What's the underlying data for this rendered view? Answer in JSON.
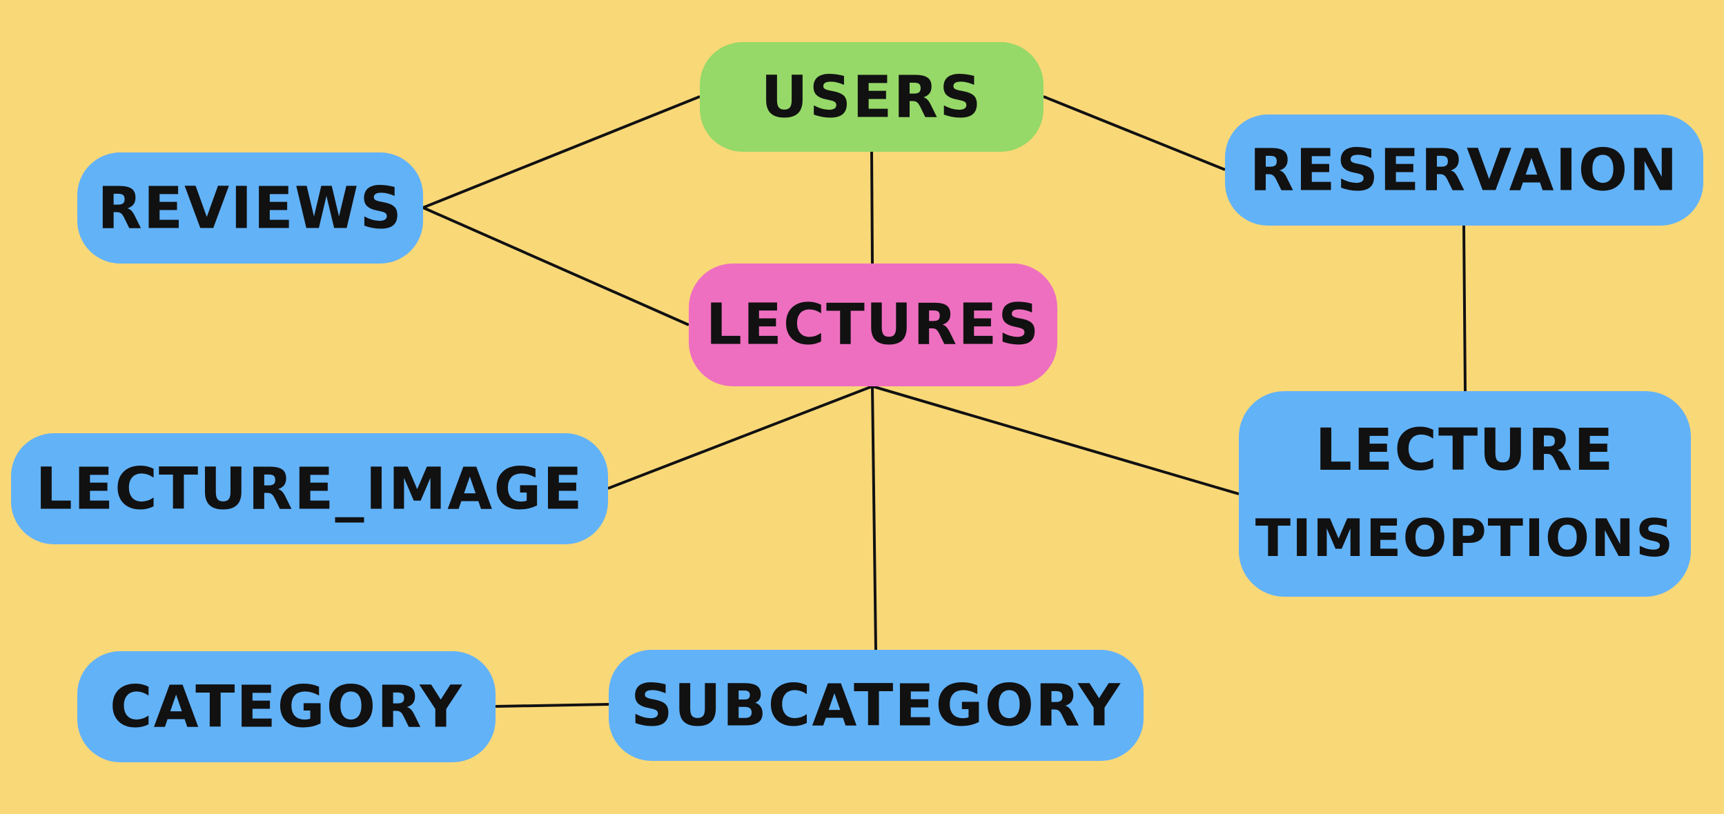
{
  "colors": {
    "background": "#F9D878",
    "entity": "#62B2F8",
    "user": "#96D968",
    "core": "#EE6FC0",
    "line": "#111111"
  },
  "nodes": [
    {
      "id": "users",
      "lines": [
        "USERS"
      ],
      "color": "user"
    },
    {
      "id": "reviews",
      "lines": [
        "REVIEWS"
      ],
      "color": "entity"
    },
    {
      "id": "reservaion",
      "lines": [
        "RESERVAION"
      ],
      "color": "entity"
    },
    {
      "id": "lectures",
      "lines": [
        "LECTURES"
      ],
      "color": "core"
    },
    {
      "id": "lecture-image",
      "lines": [
        "LECTURE_IMAGE"
      ],
      "color": "entity"
    },
    {
      "id": "lecture-timeoptions",
      "lines": [
        "LECTURE",
        "TIMEOPTIONS"
      ],
      "color": "entity"
    },
    {
      "id": "category",
      "lines": [
        "CATEGORY"
      ],
      "color": "entity"
    },
    {
      "id": "subcategory",
      "lines": [
        "SUBCATEGORY"
      ],
      "color": "entity"
    }
  ],
  "edges": [
    {
      "from": "users",
      "to": "reviews"
    },
    {
      "from": "users",
      "to": "reservaion"
    },
    {
      "from": "users",
      "to": "lectures"
    },
    {
      "from": "reviews",
      "to": "lectures"
    },
    {
      "from": "reservaion",
      "to": "lecture-timeoptions"
    },
    {
      "from": "lectures",
      "to": "lecture-image"
    },
    {
      "from": "lectures",
      "to": "lecture-timeoptions"
    },
    {
      "from": "lectures",
      "to": "subcategory"
    },
    {
      "from": "category",
      "to": "subcategory"
    }
  ]
}
